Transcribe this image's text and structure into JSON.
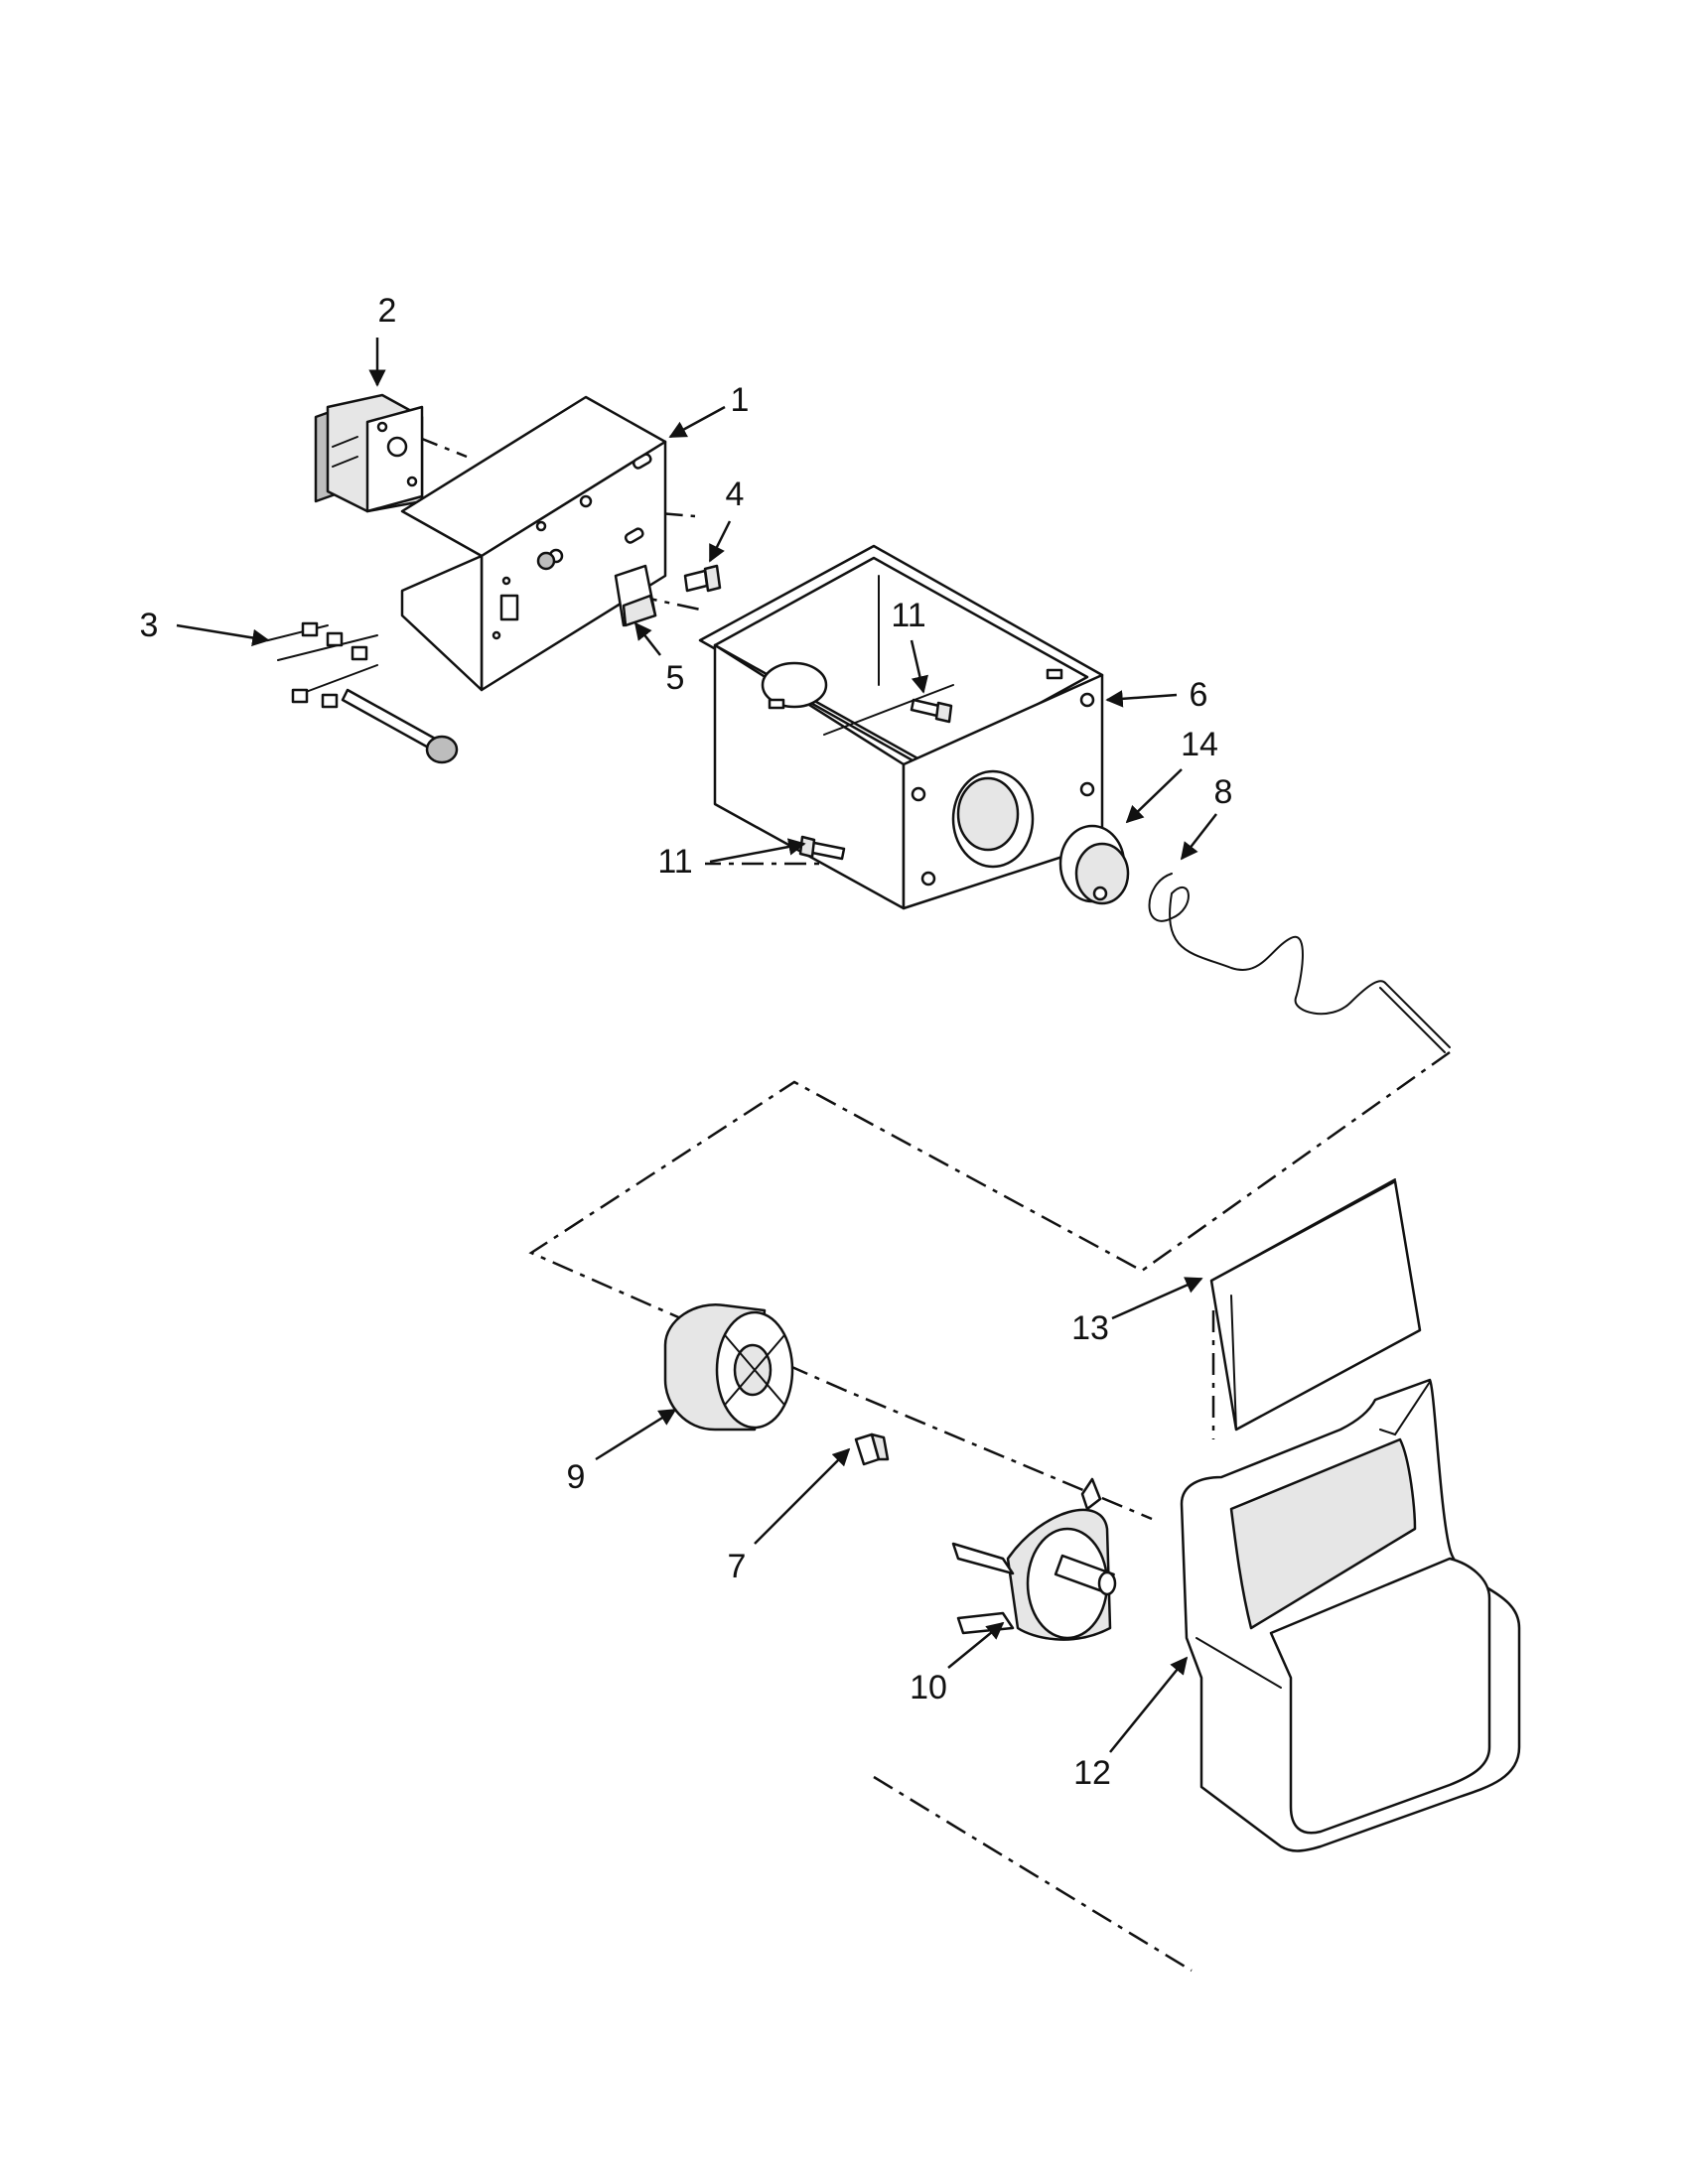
{
  "diagram": {
    "callouts": {
      "c1": "1",
      "c2": "2",
      "c3": "3",
      "c4": "4",
      "c5": "5",
      "c6": "6",
      "c7": "7",
      "c8": "8",
      "c9": "9",
      "c10": "10",
      "c11a": "11",
      "c11b": "11",
      "c12": "12",
      "c13": "13",
      "c14": "14"
    }
  }
}
